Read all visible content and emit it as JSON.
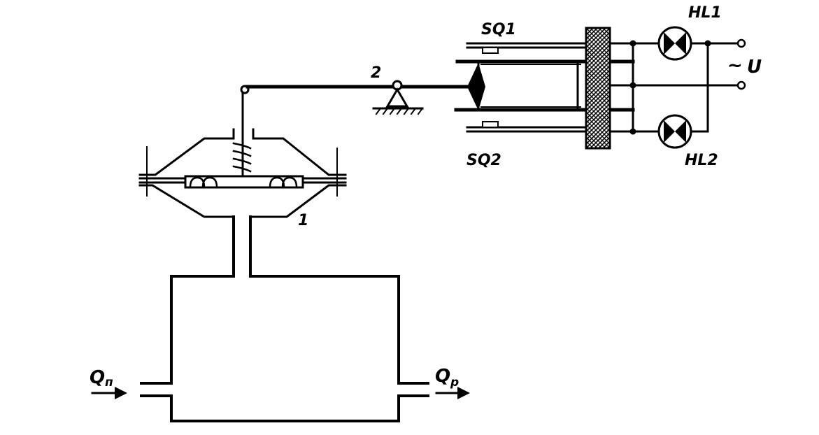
{
  "labels": {
    "sq1": "SQ1",
    "sq2": "SQ2",
    "hl1": "HL1",
    "hl2": "HL2",
    "lever_num": "2",
    "diaphragm_num": "1",
    "voltage_tilde": "~",
    "voltage": "U",
    "inflow_q": "Q",
    "inflow_sub": "п",
    "outflow_q": "Q",
    "outflow_sub": "р"
  }
}
